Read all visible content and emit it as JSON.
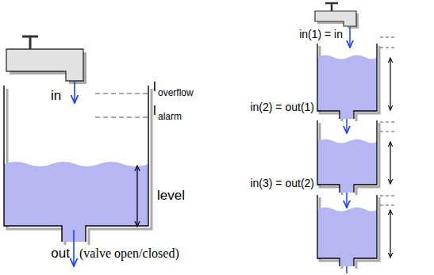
{
  "diagram": {
    "labels": [
      "in",
      "l",
      "overflow",
      "l",
      "alarm",
      "level",
      "out",
      "(valve open/closed)",
      "in(1) = in",
      "in(2) = out(1)",
      "in(3) = out(2)"
    ]
  }
}
